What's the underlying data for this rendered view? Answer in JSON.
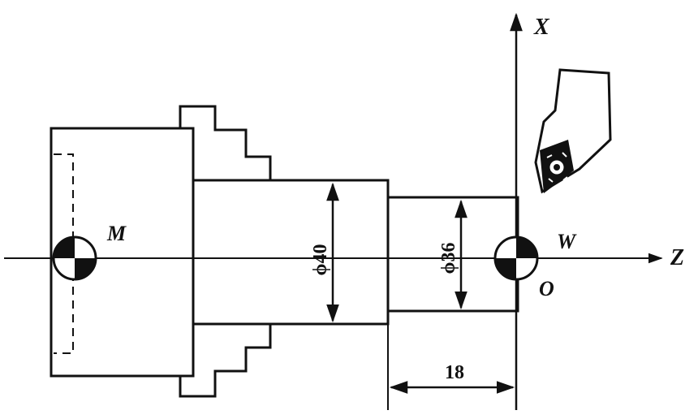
{
  "labels": {
    "machine_origin": "M",
    "workpiece_origin": "W",
    "program_origin": "O",
    "x_axis": "X",
    "z_axis": "Z"
  },
  "dimensions": {
    "large_diameter": "ϕ40",
    "small_diameter": "ϕ36",
    "step_length": "18"
  },
  "colors": {
    "ink": "#111111",
    "background": "#ffffff"
  }
}
